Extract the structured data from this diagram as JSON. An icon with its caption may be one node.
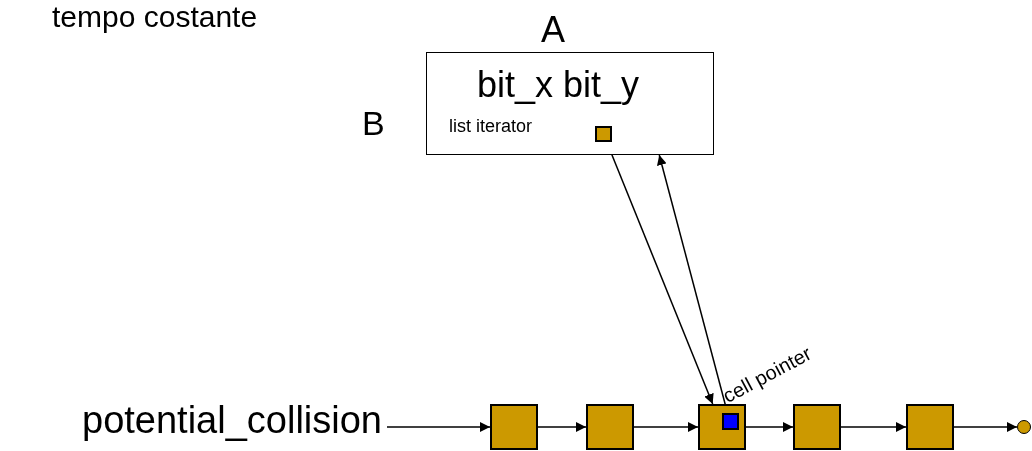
{
  "diagram": {
    "title": "tempo costante",
    "nodes": [
      {
        "text": [
          "bit_x bit_y",
          "list iterator"
        ]
      },
      {
        "text": [],
        "shape": "box",
        "in": 0
      },
      {
        "text": [
          "potential_collision"
        ]
      },
      {
        "text": [],
        "shape": "box"
      },
      {
        "text": [],
        "shape": "box"
      },
      {
        "text": [],
        "shape": "box"
      },
      {
        "text": [],
        "shape": "box"
      },
      {
        "text": [],
        "shape": "box"
      },
      {
        "text": [],
        "shape": "box",
        "in": 5,
        "beside": [
          "cell pointer"
        ]
      },
      {
        "text": [],
        "shape": "circle"
      }
    ],
    "edges": [
      {
        "from": 2,
        "to": 3,
        "arrow": "to"
      },
      {
        "from": 3,
        "to": 4,
        "arrow": "to"
      },
      {
        "from": 4,
        "to": 5,
        "arrow": "to"
      },
      {
        "from": 5,
        "to": 6,
        "arrow": "to"
      },
      {
        "from": 6,
        "to": 7,
        "arrow": "to"
      },
      {
        "from": 7,
        "to": 9,
        "arrow": "to"
      },
      {
        "from": 1,
        "to": 5,
        "arrow": "to"
      },
      {
        "from": 8,
        "to": 0,
        "arrow": "to"
      }
    ],
    "labels": [
      "A",
      "B"
    ]
  }
}
